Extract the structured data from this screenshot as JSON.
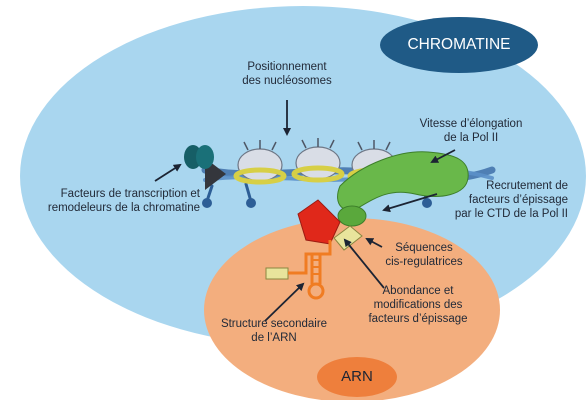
{
  "colors": {
    "background": "#ffffff",
    "chromatin_zone": "#a9d6ef",
    "rna_zone": "#f3ae7e",
    "chromatin_badge": "#1f5a86",
    "rna_badge": "#ee7f3c",
    "label_text": "#222a38",
    "polymerase": "#69b84a",
    "splicing_factor_red": "#e0281a",
    "regulatory_sequence": "#e8e49c",
    "rna_strand": "#f07c22",
    "dna_strand": "#4f7fb4",
    "nucleosome": "#d7cf46",
    "remodeler": "#165e66"
  },
  "badges": {
    "chromatin": "CHROMATINE",
    "rna": "ARN"
  },
  "labels": {
    "nucleosome_positioning": "Positionnement\ndes nucléosomes",
    "elongation_speed": "Vitesse d’élongation\nde la Pol II",
    "transcription_factors": "Facteurs de transcription et\nremodeleurs de la chromatine",
    "ctd_recruitment": "Recrutement de\nfacteurs d’épissage\npar le CTD de la Pol II",
    "cis_regulatory": "Séquences\ncis-regulatrices",
    "splicing_factor_abundance": "Abondance et\nmodifications des\nfacteurs d’épissage",
    "rna_secondary_structure": "Structure secondaire\nde l’ARN"
  }
}
